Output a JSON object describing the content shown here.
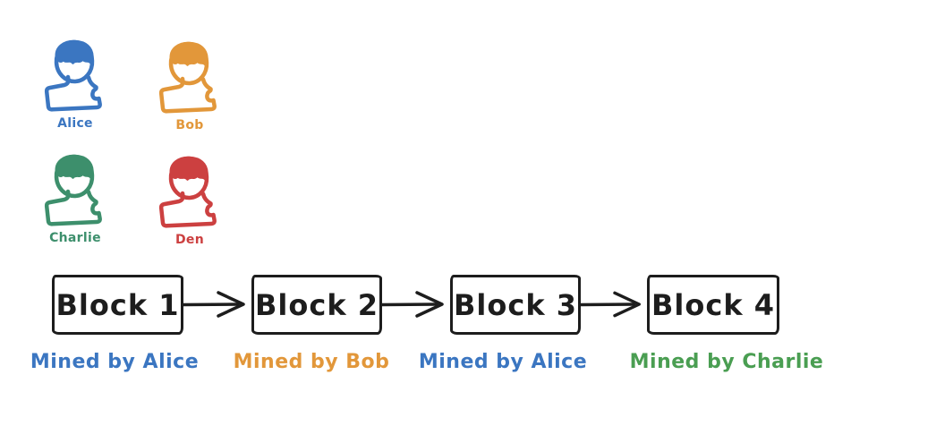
{
  "canvas": {
    "background": "#ffffff",
    "ink_color": "#1d1d1d"
  },
  "people": [
    {
      "name": "Alice",
      "color": "#3b76c1"
    },
    {
      "name": "Bob",
      "color": "#e2973a"
    },
    {
      "name": "Charlie",
      "color": "#3d8f6c"
    },
    {
      "name": "Den",
      "color": "#cc4040"
    }
  ],
  "chain": {
    "blocks": [
      {
        "label": "Block 1",
        "mined_by": "Mined by Alice",
        "mined_color": "#3b76c1"
      },
      {
        "label": "Block 2",
        "mined_by": "Mined by Bob",
        "mined_color": "#e2973a"
      },
      {
        "label": "Block 3",
        "mined_by": "Mined by Alice",
        "mined_color": "#3b76c1"
      },
      {
        "label": "Block 4",
        "mined_by": "Mined by Charlie",
        "mined_color": "#4a9e52"
      }
    ]
  },
  "icons": {
    "person": "person-bust-icon",
    "arrow": "arrow-right-icon"
  }
}
